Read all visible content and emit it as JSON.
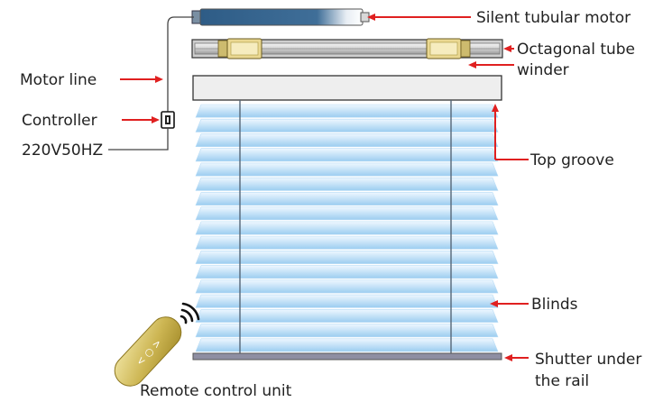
{
  "labels": {
    "motor": "Silent tubular motor",
    "winder_line1": "Octagonal tube",
    "winder_line2": "winder",
    "motor_line": "Motor line",
    "controller": "Controller",
    "power": "220V50HZ",
    "top_groove": "Top groove",
    "blinds": "Blinds",
    "rail_line1": "Shutter under",
    "rail_line2": "the rail",
    "remote": "Remote control unit"
  },
  "colors": {
    "arrow": "#e02020",
    "motor_blue": "#2e5c86",
    "winder_gold": "#e8d590",
    "slat_blue": "#a9d4f2",
    "remote_gold": "#c9b24a"
  },
  "blinds": {
    "slat_count": 17
  }
}
